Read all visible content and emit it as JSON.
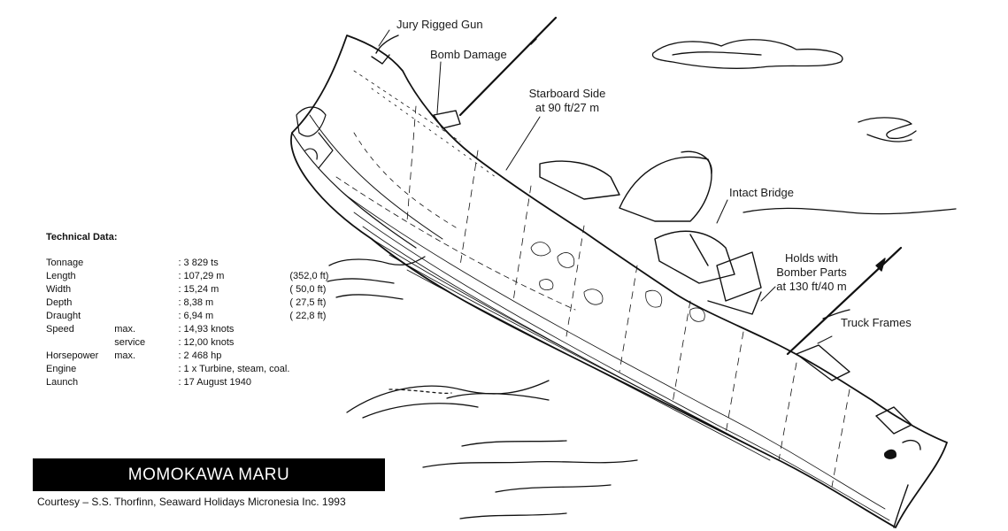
{
  "callouts": {
    "jury_rigged_gun": "Jury Rigged Gun",
    "bomb_damage": "Bomb Damage",
    "starboard_side_1": "Starboard Side",
    "starboard_side_2": "at 90 ft/27 m",
    "intact_bridge": "Intact Bridge",
    "holds_1": "Holds with",
    "holds_2": "Bomber Parts",
    "holds_3": "at 130 ft/40 m",
    "truck_frames": "Truck Frames"
  },
  "technical_data": {
    "title": "Technical Data:",
    "rows": [
      {
        "label": "Tonnage",
        "qualifier": "",
        "value": ":  3 829 ts",
        "imperial": ""
      },
      {
        "label": "Length",
        "qualifier": "",
        "value": ":  107,29 m",
        "imperial": "(352,0 ft)"
      },
      {
        "label": "Width",
        "qualifier": "",
        "value": ":    15,24 m",
        "imperial": "(  50,0 ft)"
      },
      {
        "label": "Depth",
        "qualifier": "",
        "value": ":      8,38 m",
        "imperial": "(  27,5 ft)"
      },
      {
        "label": "Draught",
        "qualifier": "",
        "value": ":      6,94 m",
        "imperial": "(  22,8 ft)"
      },
      {
        "label": "Speed",
        "qualifier": "max.",
        "value": ":    14,93 knots",
        "imperial": ""
      },
      {
        "label": "",
        "qualifier": "service",
        "value": ":    12,00 knots",
        "imperial": ""
      },
      {
        "label": "Horsepower",
        "qualifier": "max.",
        "value": ": 2 468 hp",
        "imperial": ""
      },
      {
        "label": "Engine",
        "qualifier": "",
        "value": ": 1 x Turbine, steam, coal.",
        "imperial": ""
      },
      {
        "label": "Launch",
        "qualifier": "",
        "value": ": 17 August 1940",
        "imperial": ""
      }
    ]
  },
  "title": "MOMOKAWA MARU",
  "credit": "Courtesy – S.S. Thorfinn, Seaward Holidays Micronesia Inc. 1993"
}
